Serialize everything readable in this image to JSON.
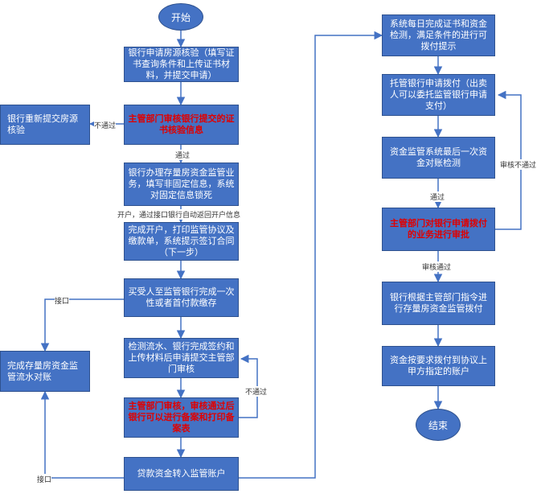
{
  "nodes": {
    "start": "开始",
    "end": "结束",
    "n1": "银行申请房源核验（填写证书查询条件和上传证书材料，并提交申请）",
    "n2": "主管部门审核银行提交的证书核验信息",
    "n3": "银行重新提交房源核验",
    "n4": "银行办理存量房资金监管业务，填写非固定信息，系统对固定信息锁死",
    "n5": "完成开户，打印监管协议及缴款单，系统提示签订合同（下一步）",
    "n6": "买受人至监管银行完成一次性或者首付款缴存",
    "n7": "完成存量房资金监管流水对账",
    "n8": "检测流水、银行完成签约和上传材料后申请提交主管部门审核",
    "n9": "主管部门审核，审核通过后银行可以进行备案和打印备案表",
    "n10": "贷款资金转入监管账户",
    "r1": "系统每日完成证书和资金检测，满足条件的进行可拨付提示",
    "r2": "托管银行申请拨付（出卖人可以委托监管银行申请支付）",
    "r3": "资金监管系统最后一次资金对账检测",
    "r4": "主管部门对银行申请拨付的业务进行审批",
    "r5": "银行根据主管部门指令进行存量房资金监管拨付",
    "r6": "资金按要求拨付到协议上甲方指定的账户"
  },
  "labels": {
    "not_pass_1": "不通过",
    "pass_1": "通过",
    "open_account": "开户，通过接口银行自动返回开户信息",
    "interface_1": "接口",
    "interface_2": "接口",
    "not_pass_2": "不通过",
    "review_not_pass": "审核不通过",
    "pass_2": "通过",
    "review_pass": "审核通过"
  }
}
